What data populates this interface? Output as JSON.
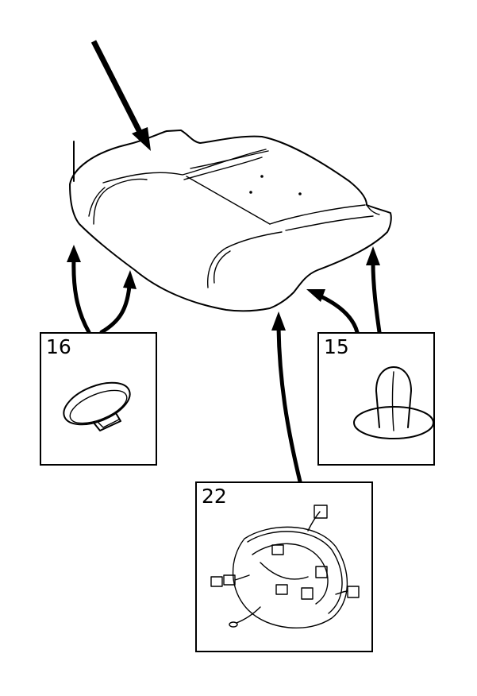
{
  "callouts": [
    {
      "id": "16",
      "label": "16",
      "part": "strap-clip"
    },
    {
      "id": "15",
      "label": "15",
      "part": "push-rivet"
    },
    {
      "id": "22",
      "label": "22",
      "part": "wiring-harness"
    }
  ],
  "colors": {
    "line": "#000000",
    "background": "#ffffff"
  }
}
